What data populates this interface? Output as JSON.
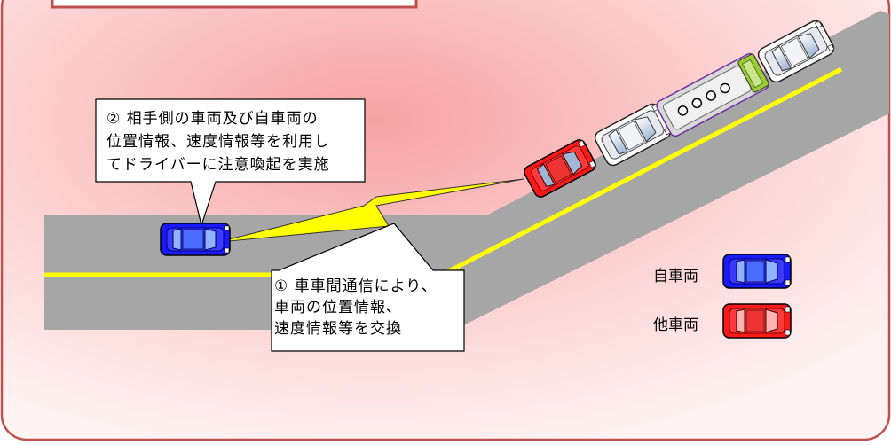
{
  "callouts": {
    "info_exchange": {
      "text": "① 車車間通信により、\n車両の位置情報、\n速度情報等を交換"
    },
    "driver_alert": {
      "text": "② 相手側の車両及び自車両の\n位置情報、速度情報等を利用し\nてドライバーに注意喚起を実施"
    }
  },
  "legend": {
    "own_vehicle": {
      "label": "自車両",
      "color": "#1a1aff"
    },
    "other_vehicle": {
      "label": "他車両",
      "color": "#ff1a1a"
    }
  },
  "colors": {
    "road": "#a6a6a6",
    "lane_line": "#ffff00",
    "frame_border": "#c0504d",
    "background_tint": "#f4a7a7",
    "signal": "#ffff00",
    "bus_body": "#d8d8d8",
    "bus_front": "#99cc33"
  }
}
